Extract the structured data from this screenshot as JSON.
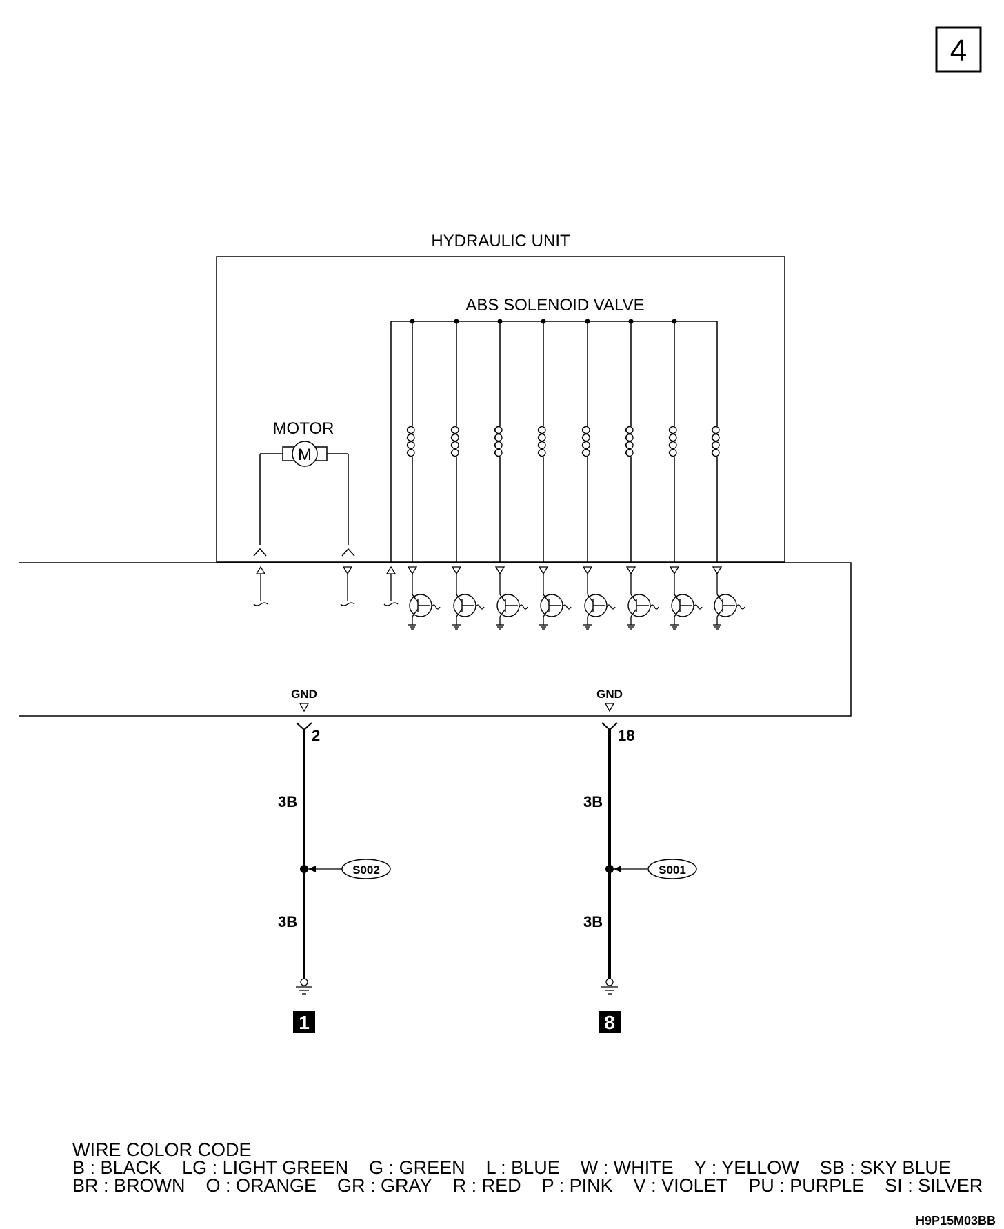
{
  "page_number": "4",
  "hydraulic_unit": {
    "label": "HYDRAULIC UNIT"
  },
  "solenoid": {
    "label": "ABS SOLENOID VALVE"
  },
  "motor": {
    "label": "MOTOR",
    "symbol": "M"
  },
  "grounds": [
    {
      "gnd_label": "GND",
      "pin": "2",
      "wire_top": "3B",
      "wire_bottom": "3B",
      "splice": "S002",
      "ground_point": "1"
    },
    {
      "gnd_label": "GND",
      "pin": "18",
      "wire_top": "3B",
      "wire_bottom": "3B",
      "splice": "S001",
      "ground_point": "8"
    }
  ],
  "wire_color_code": {
    "title": "WIRE COLOR CODE",
    "row1": [
      "B : BLACK",
      "LG : LIGHT GREEN",
      "G : GREEN",
      "L : BLUE",
      "W : WHITE",
      "Y : YELLOW",
      "SB : SKY BLUE"
    ],
    "row2": [
      "BR : BROWN",
      "O : ORANGE",
      "GR : GRAY",
      "R : RED",
      "P : PINK",
      "V : VIOLET",
      "PU : PURPLE",
      "SI : SILVER"
    ]
  },
  "figure_code": "H9P15M03BB"
}
